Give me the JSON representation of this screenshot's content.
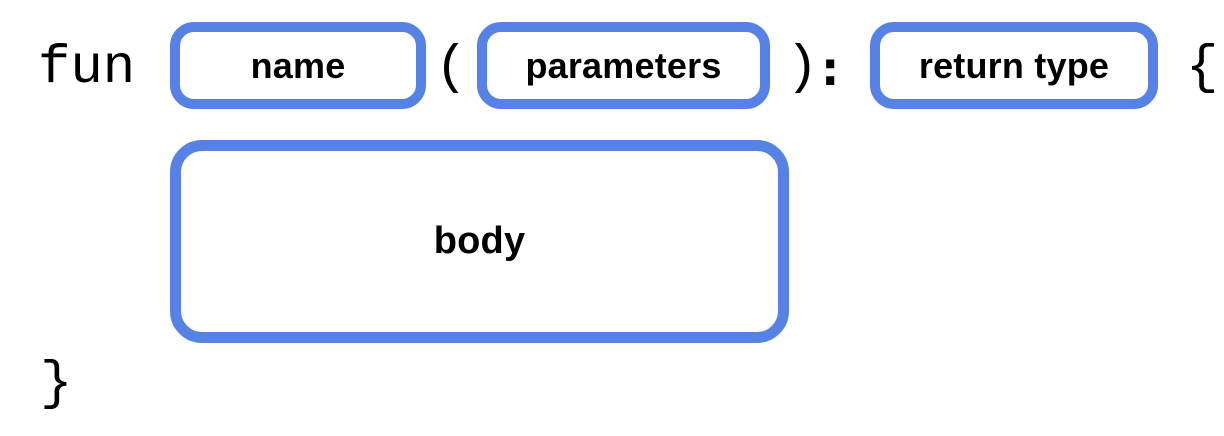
{
  "diagram": {
    "keyword": "fun",
    "punctuation": {
      "open_paren": "(",
      "close_paren": ")",
      "colon": ":",
      "open_brace": "{",
      "close_brace": "}"
    },
    "slots": {
      "name": "name",
      "parameters": "parameters",
      "return_type": "return type",
      "body": "body"
    },
    "colors": {
      "slot_border": "#5582E4",
      "text": "#000000",
      "background": "#FFFFFF"
    }
  }
}
